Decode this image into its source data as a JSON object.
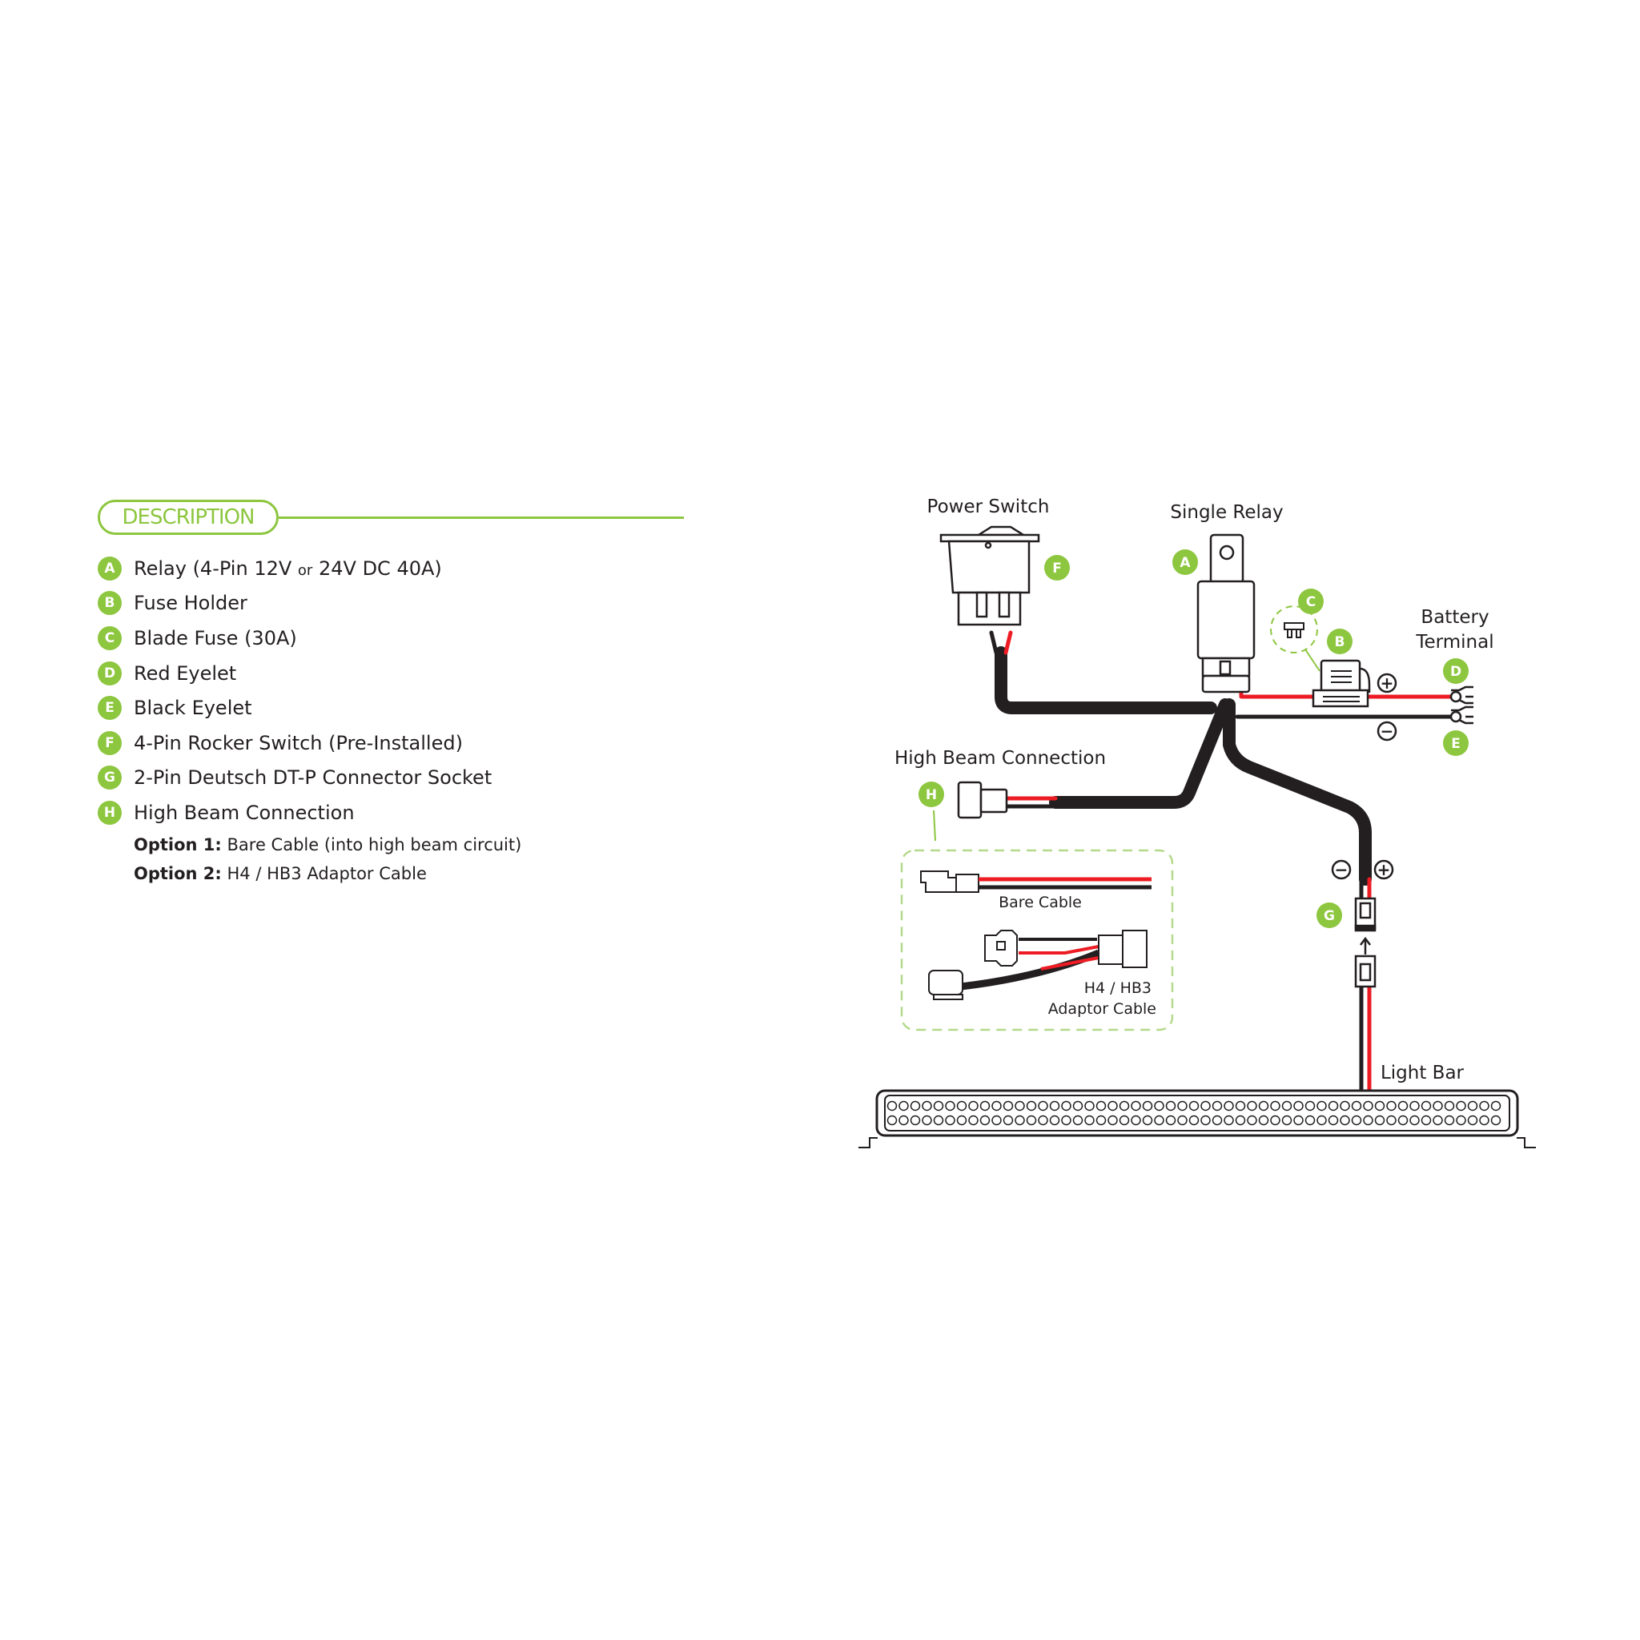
{
  "description": {
    "title": "DESCRIPTION",
    "items": [
      {
        "letter": "A",
        "label": "Relay (4-Pin 12V",
        "label_small": "or",
        "label_end": "24V DC 40A)"
      },
      {
        "letter": "B",
        "label": "Fuse Holder"
      },
      {
        "letter": "C",
        "label": "Blade Fuse (30A)"
      },
      {
        "letter": "D",
        "label": "Red Eyelet"
      },
      {
        "letter": "E",
        "label": "Black Eyelet"
      },
      {
        "letter": "F",
        "label": "4-Pin Rocker Switch (Pre-Installed)"
      },
      {
        "letter": "G",
        "label": "2-Pin Deutsch DT-P  Connector Socket"
      },
      {
        "letter": "H",
        "label": "High Beam Connection"
      }
    ],
    "options": [
      {
        "bold": "Option 1:",
        "text": "Bare Cable  (into high beam circuit)"
      },
      {
        "bold": "Option 2:",
        "text": "H4 / HB3 Adaptor Cable"
      }
    ]
  },
  "diagram": {
    "labels": {
      "power_switch": "Power Switch",
      "single_relay": "Single Relay",
      "battery_terminal_1": "Battery",
      "battery_terminal_2": "Terminal",
      "high_beam_connection": "High Beam Connection",
      "bare_cable": "Bare Cable",
      "adaptor_1": "H4 / HB3",
      "adaptor_2": "Adaptor Cable",
      "light_bar": "Light Bar"
    },
    "polarity": {
      "plus": "+",
      "minus": "−"
    },
    "badges": {
      "A": "A",
      "B": "B",
      "C": "C",
      "D": "D",
      "E": "E",
      "F": "F",
      "G": "G",
      "H": "H"
    }
  },
  "colors": {
    "accent": "#8dc63f",
    "wire_red": "#ed1c24",
    "wire_black": "#231f20"
  }
}
